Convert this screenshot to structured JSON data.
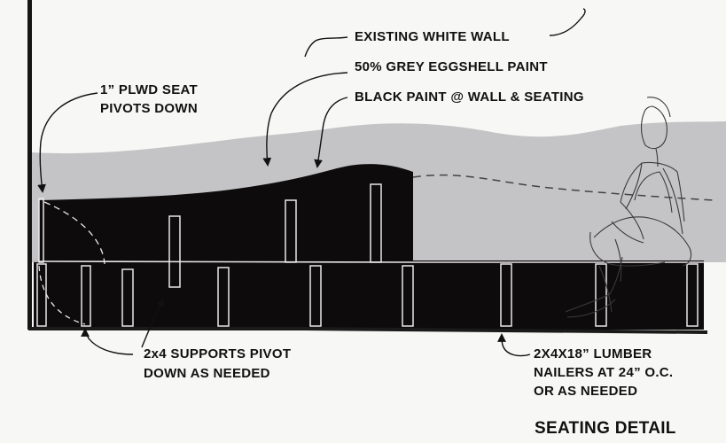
{
  "colors": {
    "paper": "#f7f7f5",
    "wall_grey": "#c4c4c6",
    "black_paint": "#0e0b0c",
    "ink": "#111111",
    "chalk": "#e8e8e8"
  },
  "labels": {
    "existing_white_wall": "EXISTING WHITE WALL",
    "grey_paint": "50% GREY EGGSHELL PAINT",
    "black_paint": "BLACK PAINT @ WALL & SEATING",
    "plwd_seat_line1": "1” PLWD SEAT",
    "plwd_seat_line2": "PIVOTS DOWN",
    "supports_line1": "2x4 SUPPORTS PIVOT",
    "supports_line2": "DOWN AS NEEDED",
    "lumber_line1": "2X4X18” LUMBER",
    "lumber_line2": "NAILERS AT 24” O.C.",
    "lumber_line3": "OR AS NEEDED",
    "title": "SEATING DETAIL"
  },
  "icons": {
    "arrow": "arrow-icon",
    "figure": "seated-figure-icon"
  }
}
